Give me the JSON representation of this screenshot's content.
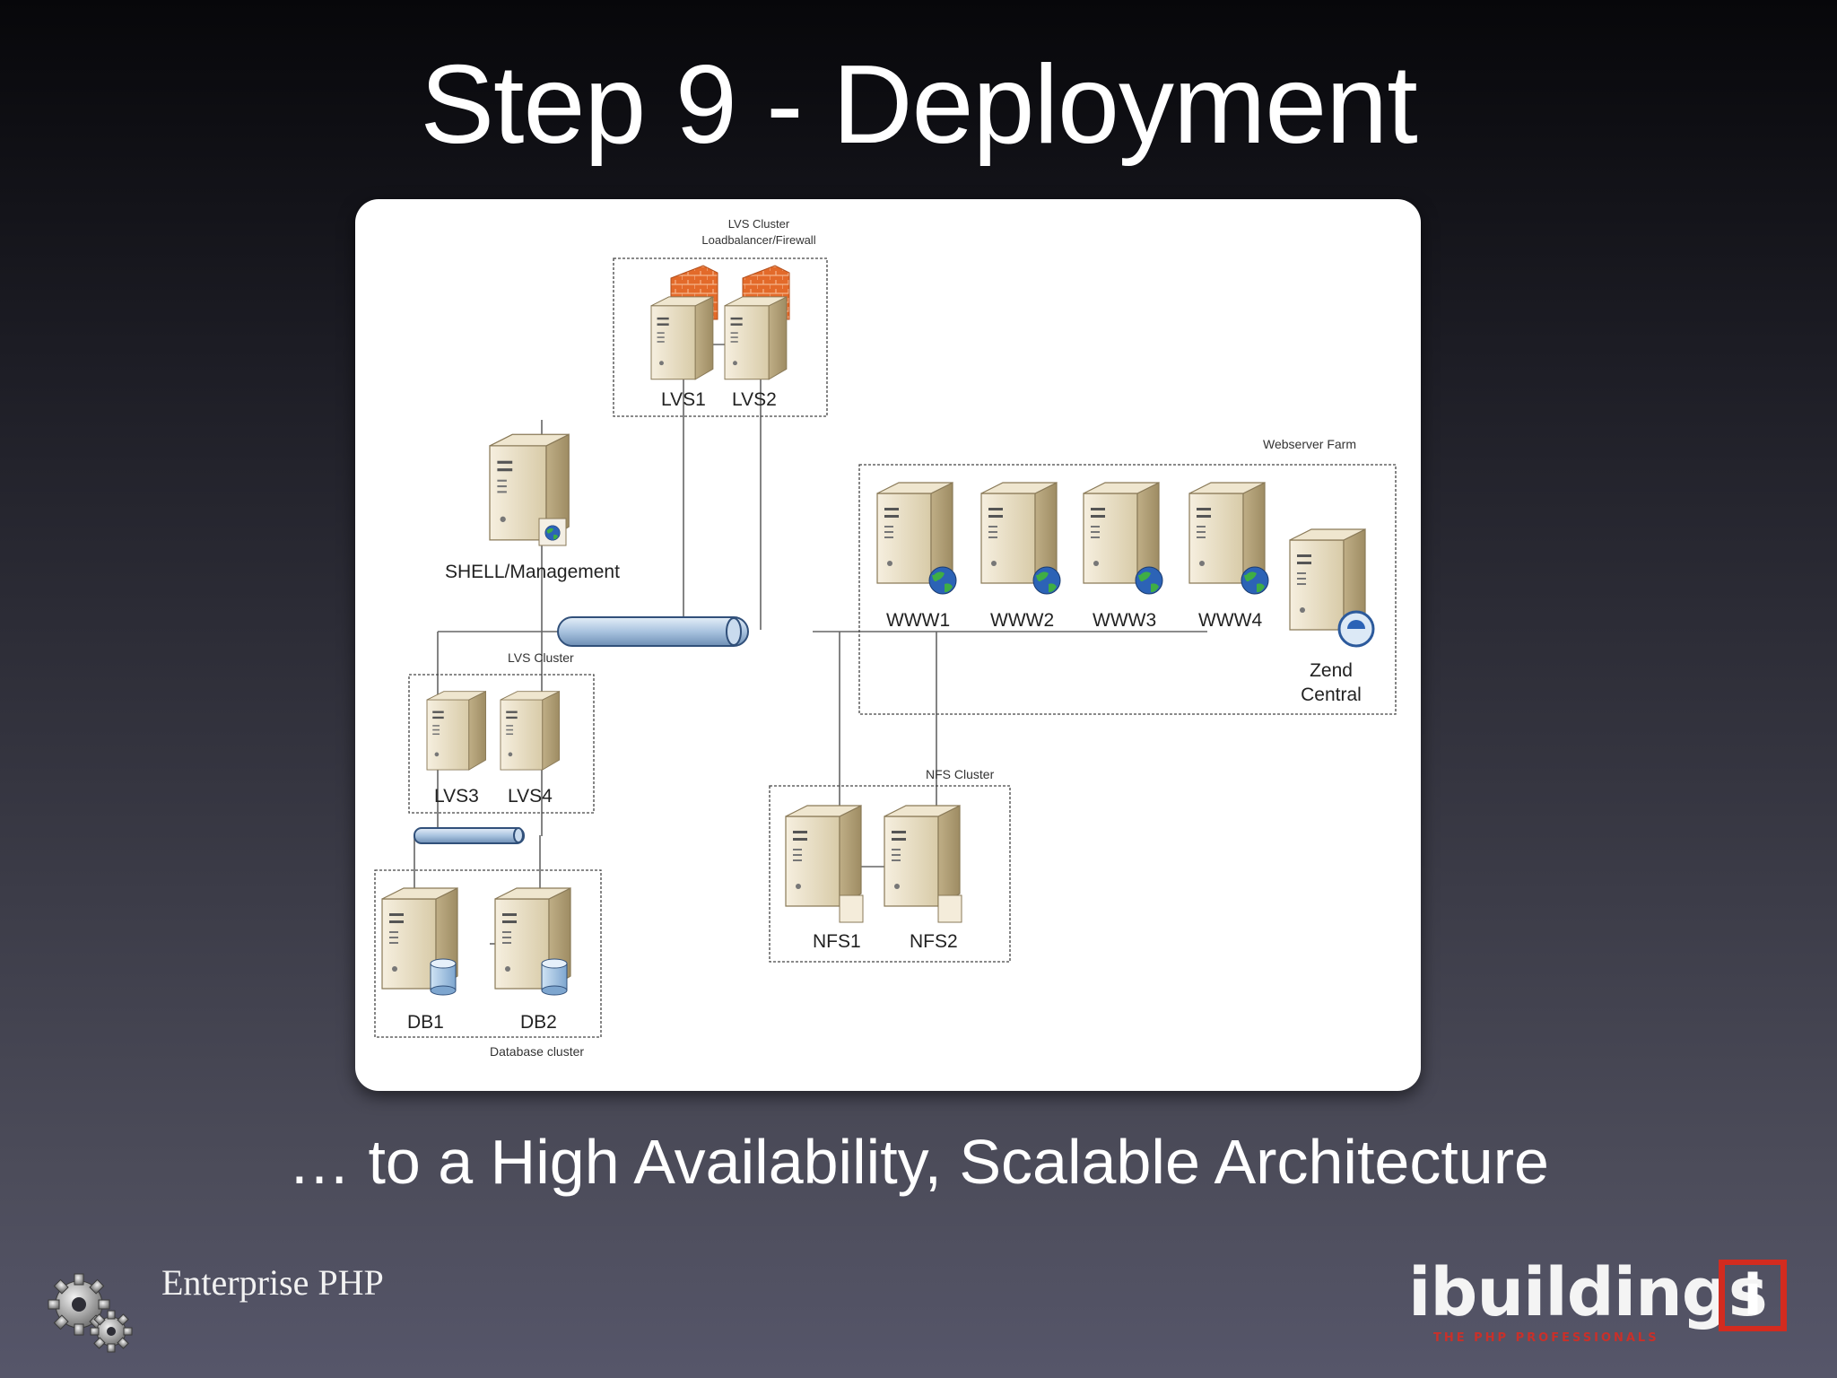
{
  "slide": {
    "title": "Step 9 - Deployment",
    "subtitle": "… to a High Availability, Scalable Architecture",
    "footer": "Enterprise PHP"
  },
  "brand": {
    "name": "ibuildings",
    "mark": "i",
    "tagline": "THE PHP PROFESSIONALS",
    "accent_color": "#d32b1f"
  },
  "diagram": {
    "groups": {
      "lvs_top_line1": "LVS Cluster",
      "lvs_top_line2": "Loadbalancer/Firewall",
      "webfarm": "Webserver Farm",
      "lvs_mid": "LVS Cluster",
      "nfs": "NFS Cluster",
      "db": "Database cluster"
    },
    "nodes": {
      "lvs1": "LVS1",
      "lvs2": "LVS2",
      "shell": "SHELL/Management",
      "www1": "WWW1",
      "www2": "WWW2",
      "www3": "WWW3",
      "www4": "WWW4",
      "zend_line1": "Zend",
      "zend_line2": "Central",
      "lvs3": "LVS3",
      "lvs4": "LVS4",
      "nfs1": "NFS1",
      "nfs2": "NFS2",
      "db1": "DB1",
      "db2": "DB2"
    }
  }
}
